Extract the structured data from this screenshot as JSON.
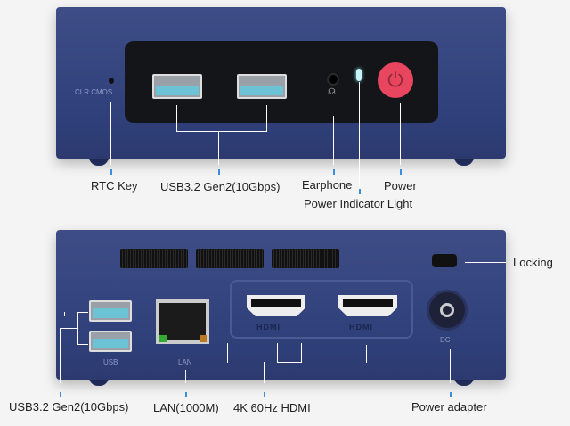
{
  "front": {
    "print_clr_cmos": "CLR CMOS",
    "labels": {
      "rtc_key": "RTC Key",
      "usb": "USB3.2 Gen2(10Gbps)",
      "earphone": "Earphone",
      "power": "Power",
      "power_indicator": "Power Indicator Light"
    }
  },
  "back": {
    "print_usb": "USB",
    "print_lan": "LAN",
    "print_hdmi_1": "HDMI",
    "print_hdmi_2": "HDMI",
    "print_dc": "DC",
    "labels": {
      "locking": "Locking",
      "usb": "USB3.2 Gen2(10Gbps)",
      "lan": "LAN(1000M)",
      "hdmi": "4K 60Hz HDMI",
      "power_adapter": "Power adapter"
    }
  },
  "colors": {
    "chassis": "#34437c",
    "power_button": "#e8455f",
    "usb_accent": "#6cc3d6",
    "tick": "#3a8fd6"
  }
}
